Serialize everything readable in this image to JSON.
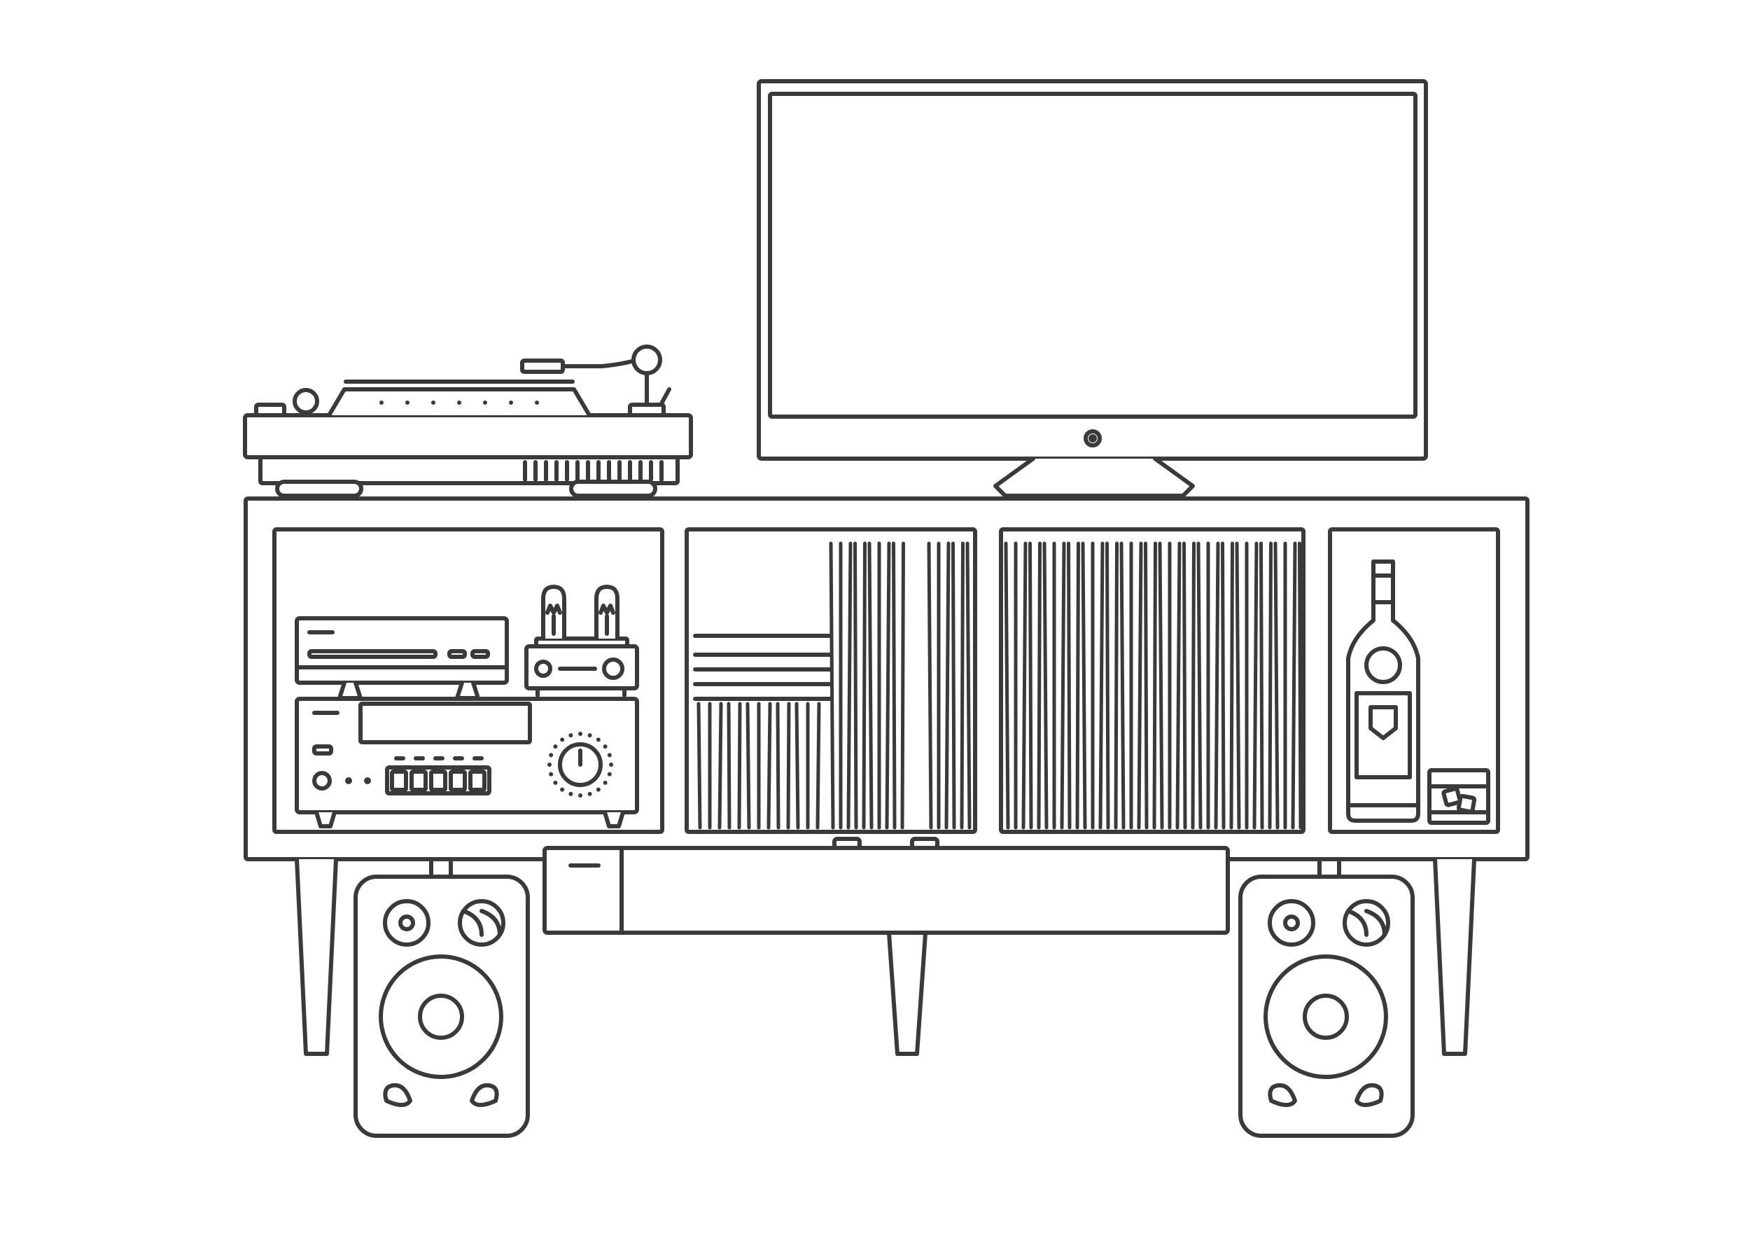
{
  "scene": {
    "background_color": "#ffffff",
    "line_color": "#3a3a3a",
    "fill_color": "#ffffff",
    "dot_pattern_color": "#3a3a3a",
    "objects": [
      "flat-screen-tv",
      "turntable",
      "media-console",
      "dvd-player",
      "tube-amplifier",
      "av-receiver",
      "record-collection",
      "liquor-bottle",
      "whiskey-glass",
      "soundbar",
      "left-speaker",
      "right-speaker"
    ]
  }
}
